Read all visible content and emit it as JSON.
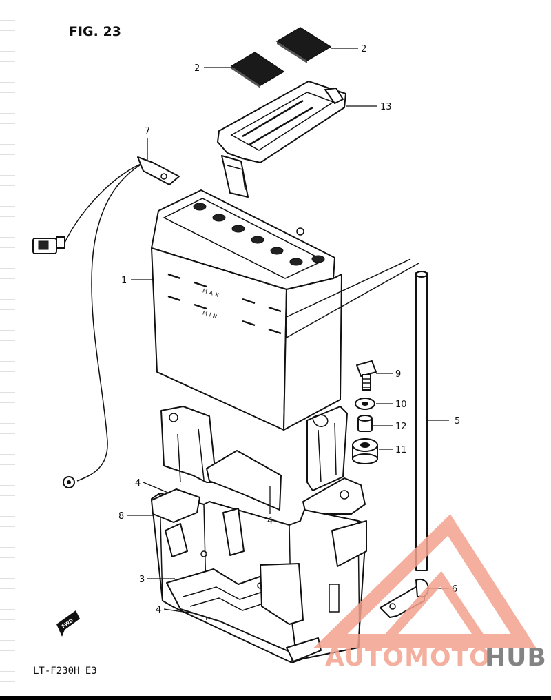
{
  "figure": {
    "title": "FIG. 23",
    "model": "LT-F230H  E3"
  },
  "battery_marks": {
    "max": "MAX",
    "min": "MIN"
  },
  "fwd_label": "FWD",
  "watermark": {
    "part1": "AUTOMOTO",
    "part2": "HUB",
    "color_main": "#f3a28e",
    "color_accent": "#6e6e6e"
  },
  "callouts": [
    {
      "id": "c2a",
      "label": "2"
    },
    {
      "id": "c2b",
      "label": "2"
    },
    {
      "id": "c13",
      "label": "13"
    },
    {
      "id": "c7",
      "label": "7"
    },
    {
      "id": "c1",
      "label": "1"
    },
    {
      "id": "c9",
      "label": "9"
    },
    {
      "id": "c10",
      "label": "10"
    },
    {
      "id": "c12",
      "label": "12"
    },
    {
      "id": "c11",
      "label": "11"
    },
    {
      "id": "c5",
      "label": "5"
    },
    {
      "id": "c4a",
      "label": "4"
    },
    {
      "id": "c4b",
      "label": "4"
    },
    {
      "id": "c8",
      "label": "8"
    },
    {
      "id": "c3",
      "label": "3"
    },
    {
      "id": "c4c",
      "label": "4"
    },
    {
      "id": "c6",
      "label": "6"
    }
  ]
}
